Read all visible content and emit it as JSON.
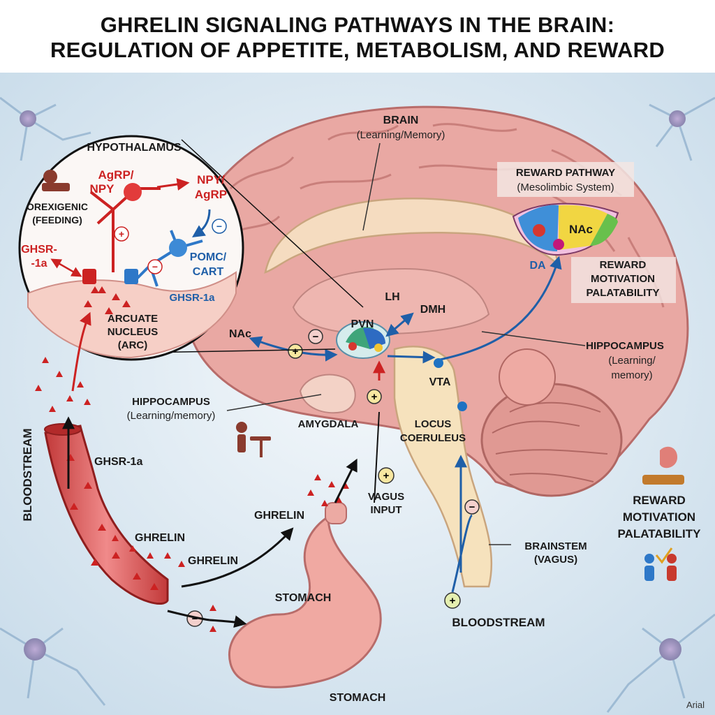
{
  "title": {
    "line1": "GHRELIN SIGNALING PATHWAYS IN THE BRAIN:",
    "line2": "REGULATION OF APPETITE, METABOLISM, AND REWARD"
  },
  "inset": {
    "heading": "HYPOTHALAMUS",
    "agrp_npy": [
      "AgRP/",
      "NPY"
    ],
    "npy_agrp": [
      "NPY/",
      "AgRP"
    ],
    "orexigenic": [
      "OREXIGENIC",
      "(FEEDING)"
    ],
    "ghsr_left": [
      "GHSR-",
      "-1a"
    ],
    "pomc_cart": [
      "POMC/",
      "CART"
    ],
    "ghsr_right": "GHSR-1a",
    "arcuate": [
      "ARCUATE",
      "NUCLEUS",
      "(ARC)"
    ],
    "plus": "+",
    "minus": "−"
  },
  "brain": {
    "label": "BRAIN",
    "sublabel": "(Learning/Memory)",
    "lh": "LH",
    "dmh": "DMH",
    "pvn": "PVN",
    "nac": "NAc",
    "vta": "VTA",
    "amygdala": "AMYGDALA",
    "locus": [
      "LOCUS",
      "COERULEUS"
    ],
    "hippo_left": [
      "HIPPOCAMPUS",
      "(Learning/memory)"
    ],
    "hippo_right": [
      "HIPPOCAMPUS",
      "(Learning/",
      "memory)"
    ]
  },
  "reward": {
    "heading": "REWARD PATHWAY",
    "sub": "(Mesolimbic System)",
    "nac": "NAc",
    "da": "DA",
    "lines": [
      "REWARD",
      "MOTIVATION",
      "PALATABILITY"
    ]
  },
  "right_panel": {
    "lines": [
      "REWARD",
      "MOTIVATION",
      "PALATABILITY"
    ]
  },
  "lower": {
    "bloodstream_vertical": "BLOODSTREAM",
    "ghsr_vessel": "GHSR-1a",
    "ghrelin1": "GHRELIN",
    "ghrelin2": "GHRELIN",
    "ghrelin3": "GHRELIN",
    "vagus": [
      "VAGUS",
      "INPUT"
    ],
    "stomach1": "STOMACH",
    "stomach2": "STOMACH",
    "brainstem": [
      "BRAINSTEM",
      "(VAGUS)"
    ],
    "bloodstream": "BLOODSTREAM",
    "footer_note": "Arial"
  },
  "colors": {
    "ghrelin_red": "#cc2222",
    "signal_blue": "#1f5fa8",
    "brain_pink": "#e9a8a3",
    "brainstem_cream": "#f6e2bd",
    "background_blue": "#d9e8f2"
  }
}
